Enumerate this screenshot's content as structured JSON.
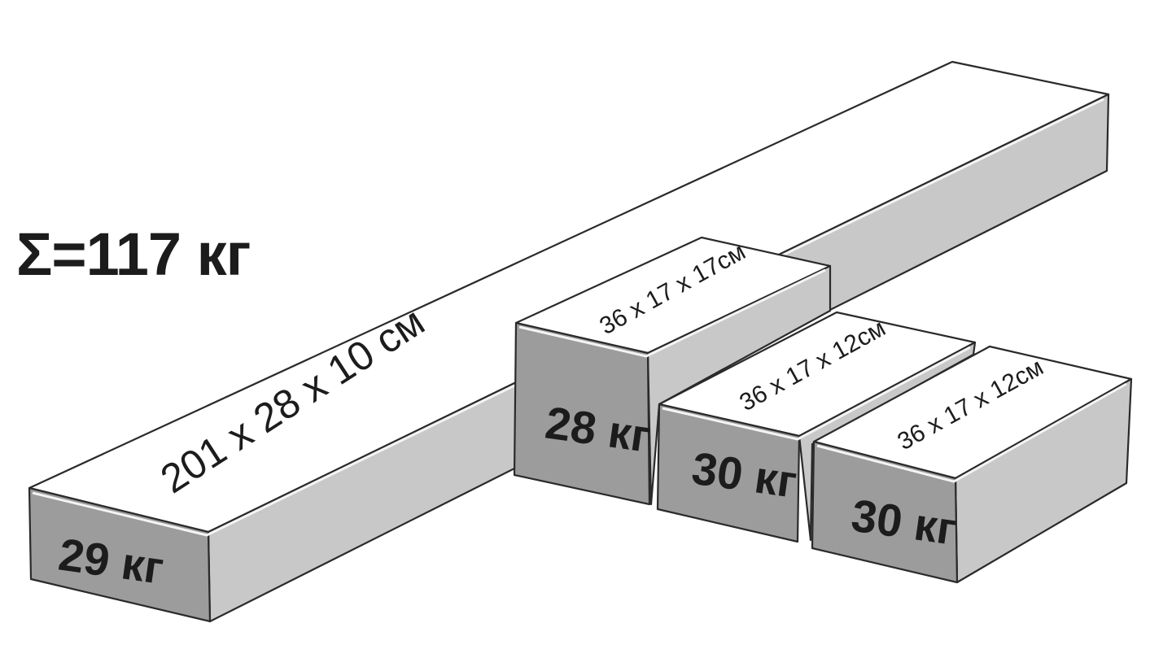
{
  "total": {
    "label": "Σ=117 кг"
  },
  "packages": [
    {
      "id": "long-beam",
      "dimensions": "201 x 28 x 10 см",
      "weight": "29 кг"
    },
    {
      "id": "box-tall",
      "dimensions": "36 x 17 x 17см",
      "weight": "28 кг"
    },
    {
      "id": "box-middle",
      "dimensions": "36 x 17 x 12см",
      "weight": "30 кг"
    },
    {
      "id": "box-front",
      "dimensions": "36 x 17 x 12см",
      "weight": "30 кг"
    }
  ],
  "colors": {
    "top_face": "#ffffff",
    "side_face": "#c8c8c8",
    "front_face": "#9c9c9c",
    "outline": "#2a2a2a",
    "text": "#1c1c1c"
  }
}
